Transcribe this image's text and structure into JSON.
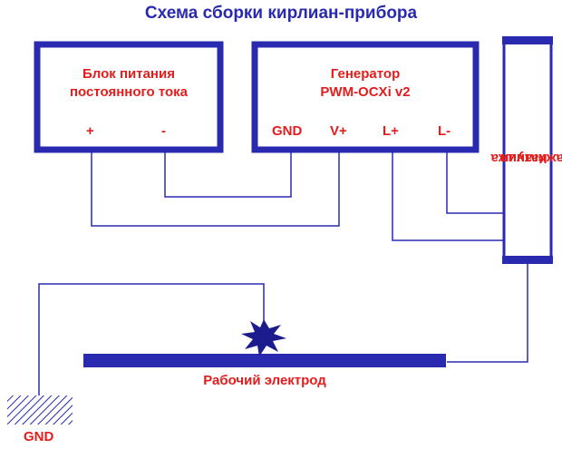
{
  "title": "Схема сборки кирлиан-прибора",
  "power_supply": {
    "line1": "Блок питания",
    "line2": "постоянного тока",
    "plus": "+",
    "minus": "-"
  },
  "generator": {
    "line1": "Генератор",
    "line2": "PWM-OCXi v2",
    "gnd": "GND",
    "vplus": "V+",
    "lplus": "L+",
    "lminus": "L-"
  },
  "coil": {
    "line1": "Катушка",
    "line2": "зажигания"
  },
  "electrode": {
    "label": "Рабочий электрод"
  },
  "ground": {
    "label": "GND"
  },
  "colors": {
    "box_border": "#2a2ab0",
    "wire": "#2a2ab0",
    "text": "#e41c1c",
    "title": "#2a2ab0"
  }
}
